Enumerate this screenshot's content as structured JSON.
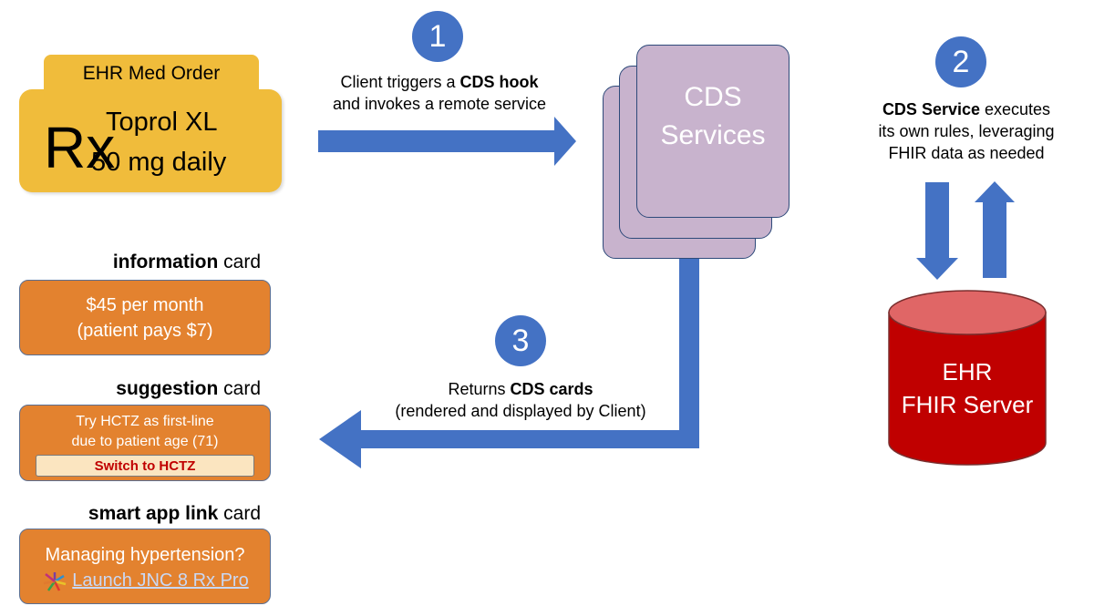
{
  "steps": [
    "1",
    "2",
    "3"
  ],
  "order": {
    "header": "EHR Med Order",
    "rx_symbol": "Rx",
    "drug": "Toprol XL",
    "dose": "50 mg daily"
  },
  "step1": {
    "line1_prefix": "Client triggers a ",
    "line1_bold": "CDS hook",
    "line2": "and invokes a remote service"
  },
  "services": {
    "line1": "CDS",
    "line2": "Services"
  },
  "step2": {
    "line1_bold": "CDS Service",
    "line1_suffix": " executes",
    "line2": "its own rules, leveraging",
    "line3": "FHIR data as needed"
  },
  "server": {
    "line1": "EHR",
    "line2": "FHIR Server"
  },
  "step3": {
    "line1_prefix": "Returns ",
    "line1_bold": "CDS cards",
    "line2": "(rendered and displayed by Client)"
  },
  "cards": {
    "information": {
      "title_bold": "information",
      "title_rest": " card",
      "line1": "$45 per month",
      "line2": "(patient pays $7)"
    },
    "suggestion": {
      "title_bold": "suggestion",
      "title_rest": " card",
      "line1": "Try HCTZ as first-line",
      "line2": "due to patient age (71)",
      "button": "Switch to HCTZ"
    },
    "smart_app": {
      "title_bold": "smart app link",
      "title_rest": " card",
      "line1": "Managing hypertension?",
      "link": "Launch JNC 8 Rx Pro",
      "icon": "starburst-app-icon"
    }
  },
  "colors": {
    "arrow_blue": "#4472c4",
    "order_yellow": "#f0bc3b",
    "card_orange": "#e3822f",
    "service_purple": "#c8b3cd",
    "server_red": "#c00000",
    "server_top": "#e06666"
  }
}
